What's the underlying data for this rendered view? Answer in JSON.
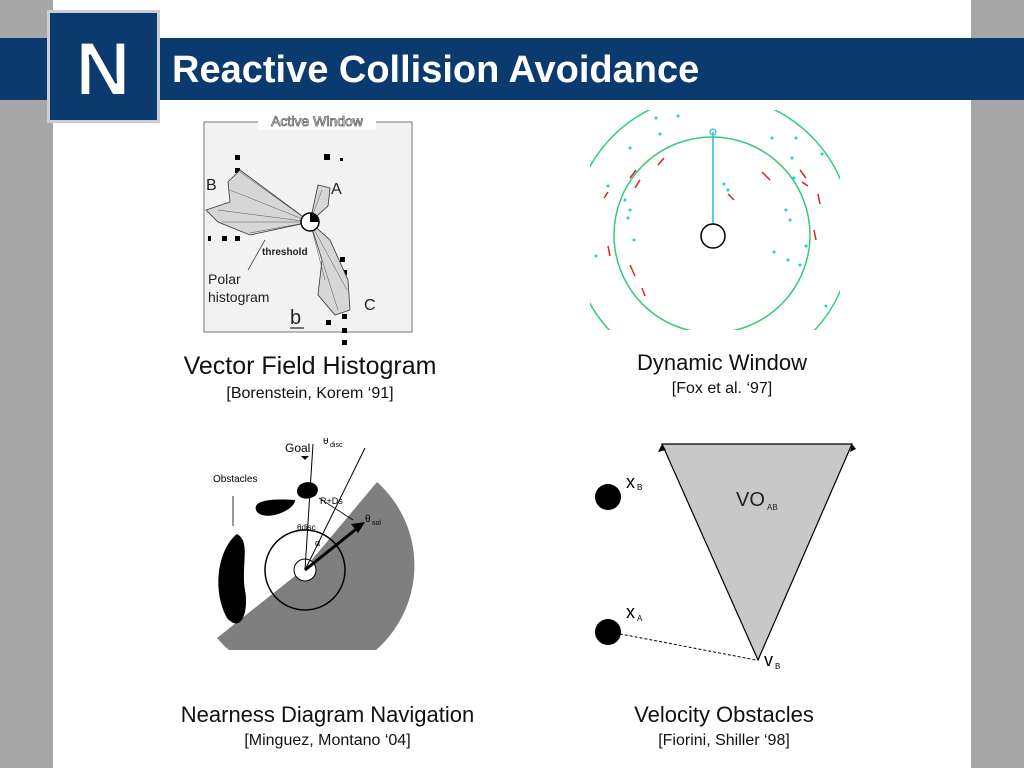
{
  "header": {
    "title": "Reactive Collision Avoidance",
    "logo_letter": "N",
    "colors": {
      "bar": "#0b3a6e",
      "text": "#ffffff"
    }
  },
  "panels": [
    {
      "title": "Vector Field Histogram",
      "citation": "[Borenstein, Korem ‘91]",
      "labels": {
        "window": "Active Window",
        "a": "A",
        "b": "B",
        "c": "C",
        "threshold": "threshold",
        "polar": "Polar",
        "histogram": "histogram",
        "small_b": "b"
      }
    },
    {
      "title": "Dynamic Window",
      "citation": "[Fox et al. ‘97]"
    },
    {
      "title": "Nearness Diagram Navigation",
      "citation": "[Minguez, Montano ‘04]",
      "labels": {
        "goal": "Goal",
        "obstacles": "Obstacles",
        "rds": "R+Ds",
        "theta_sol": "θ",
        "sol": "sol",
        "theta_disc": "θ",
        "disc": "disc",
        "odisc": "θdisc",
        "alpha": "α"
      }
    },
    {
      "title": "Velocity Obstacles",
      "citation": "[Fiorini, Shiller ‘98]",
      "labels": {
        "xb": "x",
        "xb_sub": "B",
        "xa": "x",
        "xa_sub": "A",
        "vo": "VO",
        "vo_sub": "AB",
        "vb": "v",
        "vb_sub": "B"
      }
    }
  ]
}
